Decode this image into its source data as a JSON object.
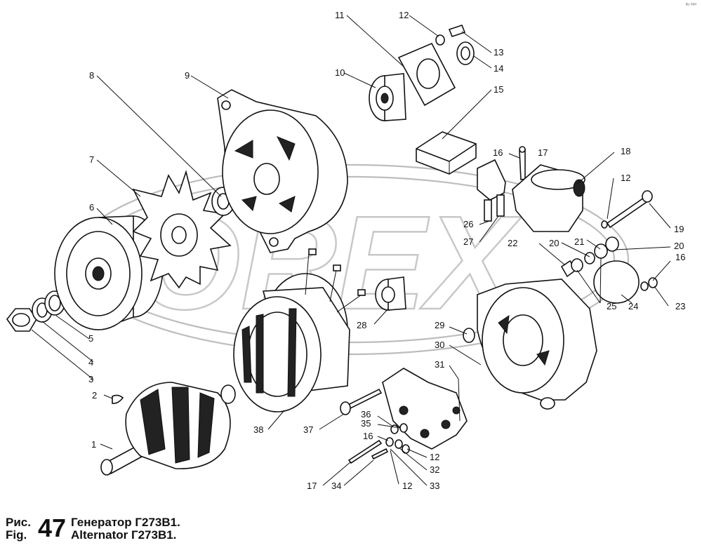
{
  "caption": {
    "ris": "Рис.",
    "fig": "Fig.",
    "number": "47",
    "title_ru": "Генератор  Г273В1.",
    "title_en": "Alternator  Г273В1."
  },
  "corner_mark": "ᵅᵘ ᵐᵐ",
  "watermark": "OREX",
  "labels": {
    "n1": "1",
    "n2": "2",
    "n3": "3",
    "n4": "4",
    "n5": "5",
    "n6": "6",
    "n7": "7",
    "n8": "8",
    "n9": "9",
    "n10": "10",
    "n11": "11",
    "n12a": "12",
    "n12b": "12",
    "n12c": "12",
    "n12d": "12",
    "n13": "13",
    "n14": "14",
    "n15": "15",
    "n16a": "16",
    "n16b": "16",
    "n16c": "16",
    "n17a": "17",
    "n17b": "17",
    "n18": "18",
    "n19": "19",
    "n20a": "20",
    "n20b": "20",
    "n21": "21",
    "n22": "22",
    "n23": "23",
    "n24": "24",
    "n25": "25",
    "n26": "26",
    "n27": "27",
    "n28": "28",
    "n29": "29",
    "n30": "30",
    "n31": "31",
    "n32": "32",
    "n33": "33",
    "n34": "34",
    "n35": "35",
    "n36": "36",
    "n37": "37",
    "n38": "38"
  }
}
